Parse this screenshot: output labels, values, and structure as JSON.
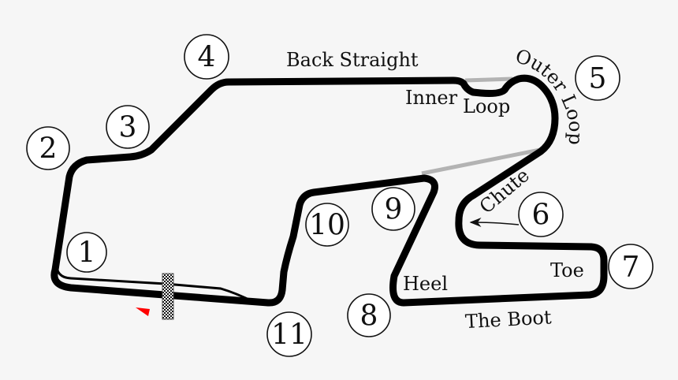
{
  "title": "Race circuit map",
  "labels": {
    "back_straight": "Back Straight",
    "inner_loop_a": "Inner",
    "inner_loop_b": "Loop",
    "outer_loop": "Outer Loop",
    "chute": "Chute",
    "heel": "Heel",
    "toe": "Toe",
    "the_boot": "The Boot"
  },
  "turns": [
    "1",
    "2",
    "3",
    "4",
    "5",
    "6",
    "7",
    "8",
    "9",
    "10",
    "11"
  ],
  "colors": {
    "track": "#000000",
    "connector": "#b3b3b3",
    "start_marker": "#ff0000",
    "background": "#f6f6f6"
  }
}
